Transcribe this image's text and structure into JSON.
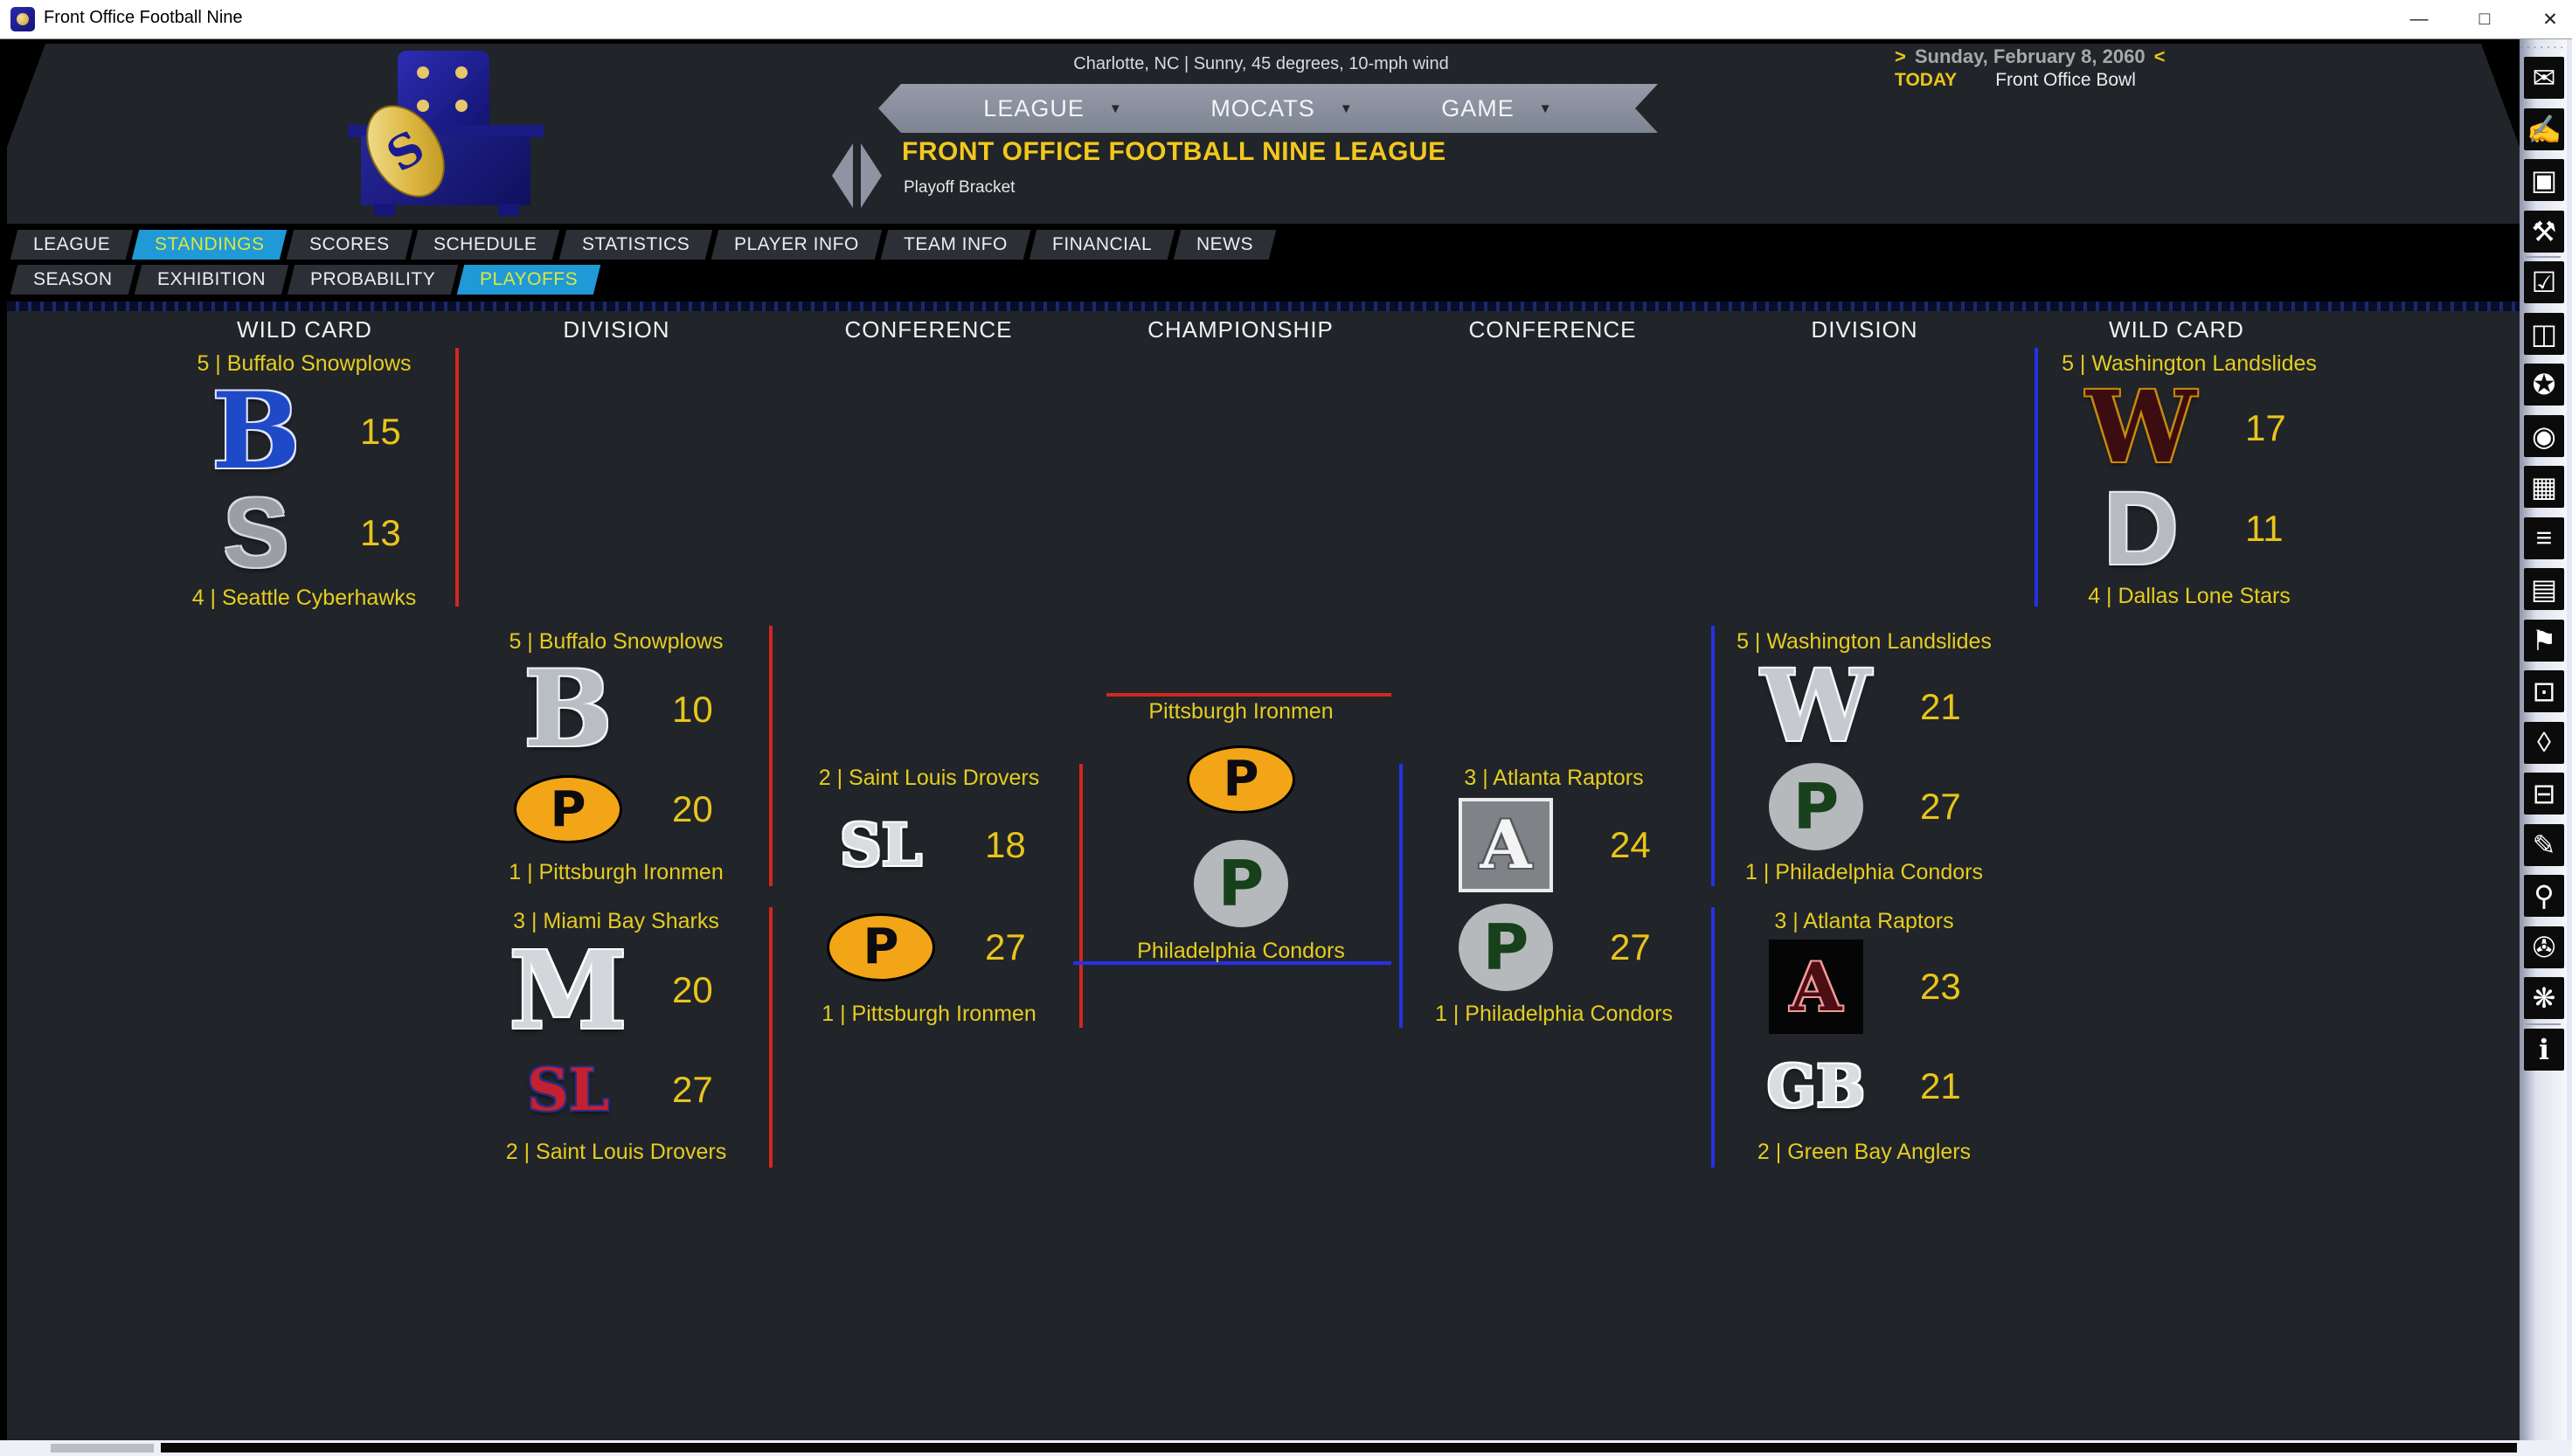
{
  "window": {
    "title": "Front Office Football Nine",
    "controls": [
      {
        "name": "minimize",
        "glyph": "—"
      },
      {
        "name": "maximize",
        "glyph": "□"
      },
      {
        "name": "close",
        "glyph": "✕"
      }
    ]
  },
  "header": {
    "weather": "Charlotte, NC | Sunny, 45 degrees, 10-mph wind",
    "menus": [
      {
        "label": "LEAGUE"
      },
      {
        "label": "MOCATS"
      },
      {
        "label": "GAME"
      }
    ],
    "menu_caret": "▼",
    "league_title": "FRONT OFFICE FOOTBALL NINE LEAGUE",
    "subtitle": "Playoff Bracket",
    "date": {
      "prev": ">",
      "text": "Sunday, February 8, 2060",
      "next": "<"
    },
    "today": {
      "label": "TODAY",
      "event": "Front Office Bowl"
    }
  },
  "tabs": {
    "row1": [
      {
        "label": "LEAGUE"
      },
      {
        "label": "STANDINGS",
        "selected": true
      },
      {
        "label": "SCORES"
      },
      {
        "label": "SCHEDULE"
      },
      {
        "label": "STATISTICS"
      },
      {
        "label": "PLAYER INFO"
      },
      {
        "label": "TEAM INFO"
      },
      {
        "label": "FINANCIAL"
      },
      {
        "label": "NEWS"
      }
    ],
    "row2": [
      {
        "label": "SEASON"
      },
      {
        "label": "EXHIBITION"
      },
      {
        "label": "PROBABILITY"
      },
      {
        "label": "PLAYOFFS",
        "selected": true
      }
    ]
  },
  "bracket": {
    "columns": [
      "WILD CARD",
      "DIVISION",
      "CONFERENCE",
      "CHAMPIONSHIP",
      "CONFERENCE",
      "DIVISION",
      "WILD CARD"
    ],
    "line_colors": {
      "left": "#d02820",
      "right": "#2531e8"
    },
    "matchups": [
      {
        "id": "wc-left",
        "top": {
          "label": "5 | Buffalo Snowplows",
          "logo": "buffalo-blue",
          "score": "15"
        },
        "bottom": {
          "label": "4 | Seattle Cyberhawks",
          "logo": "seattle-gray",
          "score": "13"
        }
      },
      {
        "id": "div-left-1",
        "top": {
          "label": "5 | Buffalo Snowplows",
          "logo": "buffalo-silver",
          "score": "10"
        },
        "bottom": {
          "label": "1 | Pittsburgh Ironmen",
          "logo": "pittsburgh-eye",
          "score": "20"
        }
      },
      {
        "id": "div-left-2",
        "top": {
          "label": "3 | Miami Bay Sharks",
          "logo": "miami-silver",
          "score": "20"
        },
        "bottom": {
          "label": "2 | Saint Louis Drovers",
          "logo": "saintlouis-red",
          "score": "27"
        }
      },
      {
        "id": "conf-left",
        "top": {
          "label": "2 | Saint Louis Drovers",
          "logo": "saintlouis-silver",
          "score": "18"
        },
        "bottom": {
          "label": "1 | Pittsburgh Ironmen",
          "logo": "pittsburgh-eye",
          "score": "27"
        }
      },
      {
        "id": "championship",
        "top": {
          "label": "Pittsburgh Ironmen",
          "logo": "pittsburgh-eye",
          "score": null
        },
        "bottom": {
          "label": "Philadelphia Condors",
          "logo": "philadelphia-circle",
          "score": null
        }
      },
      {
        "id": "conf-right",
        "top": {
          "label": "3 | Atlanta Raptors",
          "logo": "atlanta-gray",
          "score": "24"
        },
        "bottom": {
          "label": "1 | Philadelphia Condors",
          "logo": "philadelphia-circle",
          "score": "27"
        }
      },
      {
        "id": "div-right-1",
        "top": {
          "label": "5 | Washington Landslides",
          "logo": "washington-silver",
          "score": "21"
        },
        "bottom": {
          "label": "1 | Philadelphia Condors",
          "logo": "philadelphia-circle",
          "score": "27"
        }
      },
      {
        "id": "div-right-2",
        "top": {
          "label": "3 | Atlanta Raptors",
          "logo": "atlanta-black",
          "score": "23"
        },
        "bottom": {
          "label": "2 | Green Bay Anglers",
          "logo": "greenbay-silver",
          "score": "21"
        }
      },
      {
        "id": "wc-right",
        "top": {
          "label": "5 | Washington Landslides",
          "logo": "washington-maroon",
          "score": "17"
        },
        "bottom": {
          "label": "4 | Dallas Lone Stars",
          "logo": "dallas-silver",
          "score": "11"
        }
      }
    ]
  },
  "logos": {
    "buffalo-blue": {
      "kind": "letter",
      "text": "B",
      "font": "serif",
      "size": 120,
      "color": "#1e4ac8",
      "outline": "#dfe4ff"
    },
    "seattle-gray": {
      "kind": "letter",
      "text": "S",
      "font": "sans",
      "size": 112,
      "color": "#9b9fa4",
      "outline": "#d6d9dc"
    },
    "buffalo-silver": {
      "kind": "letter",
      "text": "B",
      "font": "serif",
      "size": 120,
      "color": "#b9bdc4",
      "outline": "#f4f4f4"
    },
    "pittsburgh-eye": {
      "kind": "eye",
      "text": "P",
      "bg": "#f2a517",
      "fg": "#0b0b10"
    },
    "miami-silver": {
      "kind": "letter",
      "text": "M",
      "font": "serif",
      "size": 122,
      "color": "#d3d7dc",
      "outline": "#ffffff"
    },
    "saintlouis-red": {
      "kind": "letter",
      "text": "SL",
      "font": "serif",
      "size": 66,
      "color": "#c52030",
      "outline": "#252c86"
    },
    "saintlouis-silver": {
      "kind": "letter",
      "text": "SL",
      "font": "serif",
      "size": 66,
      "color": "#dadde0",
      "outline": "#ffffff"
    },
    "philadelphia-circle": {
      "kind": "circle",
      "text": "P",
      "bg": "#b5b9bc",
      "fg": "#17411b"
    },
    "atlanta-gray": {
      "kind": "square",
      "text": "A",
      "bg": "#7f8388",
      "border": "#ececec",
      "fg": "#f4f4f4",
      "outline": "#55585c"
    },
    "atlanta-black": {
      "kind": "square",
      "text": "A",
      "bg": "#050505",
      "border": "#050505",
      "fg": "#4c0e12",
      "outline": "#f09a9a"
    },
    "washington-maroon": {
      "kind": "letter",
      "text": "W",
      "font": "serif",
      "size": 112,
      "color": "#3c0d10",
      "outline": "#c88a0a"
    },
    "washington-silver": {
      "kind": "letter",
      "text": "W",
      "font": "serif",
      "size": 112,
      "color": "#c6cad0",
      "outline": "#f6f6f6"
    },
    "dallas-silver": {
      "kind": "letter",
      "text": "D",
      "font": "sans",
      "size": 118,
      "color": "#b7bbc1",
      "outline": "#e9e9e9"
    },
    "greenbay-silver": {
      "kind": "letter",
      "text": "GB",
      "font": "serif",
      "size": 66,
      "color": "#dadde0",
      "outline": "#ffffff"
    }
  },
  "sidebar": {
    "icons": [
      {
        "name": "mailbox-icon",
        "glyph": "✉"
      },
      {
        "name": "compose-mail-icon",
        "glyph": "✍"
      },
      {
        "name": "save-icon",
        "glyph": "▣"
      },
      {
        "name": "tools-icon",
        "glyph": "⚒"
      },
      {
        "name": "checklist-icon",
        "glyph": "☑"
      },
      {
        "name": "book-icon",
        "glyph": "◫"
      },
      {
        "name": "medal-icon",
        "glyph": "✪"
      },
      {
        "name": "eye-icon",
        "glyph": "◉"
      },
      {
        "name": "grid-icon",
        "glyph": "▦"
      },
      {
        "name": "list-icon",
        "glyph": "≡"
      },
      {
        "name": "newspaper-icon",
        "glyph": "▤"
      },
      {
        "name": "flag-icon",
        "glyph": "⚑"
      },
      {
        "name": "presentation-icon",
        "glyph": "⊡"
      },
      {
        "name": "tag-icon",
        "glyph": "◊"
      },
      {
        "name": "printer-icon",
        "glyph": "⊟"
      },
      {
        "name": "pencil-icon",
        "glyph": "✎"
      },
      {
        "name": "search-icon",
        "glyph": "⚲"
      },
      {
        "name": "cart-icon",
        "glyph": "✇"
      },
      {
        "name": "wheel-icon",
        "glyph": "❋"
      },
      {
        "name": "info-icon",
        "glyph": "ℹ"
      }
    ]
  },
  "colors": {
    "tab_selected_bg": "#1f9ad6",
    "tab_selected_text": "#dfe63c",
    "label_yellow": "#e5cd20",
    "score_yellow": "#e8c51b",
    "line_red": "#d02820",
    "line_blue": "#2531e8"
  }
}
